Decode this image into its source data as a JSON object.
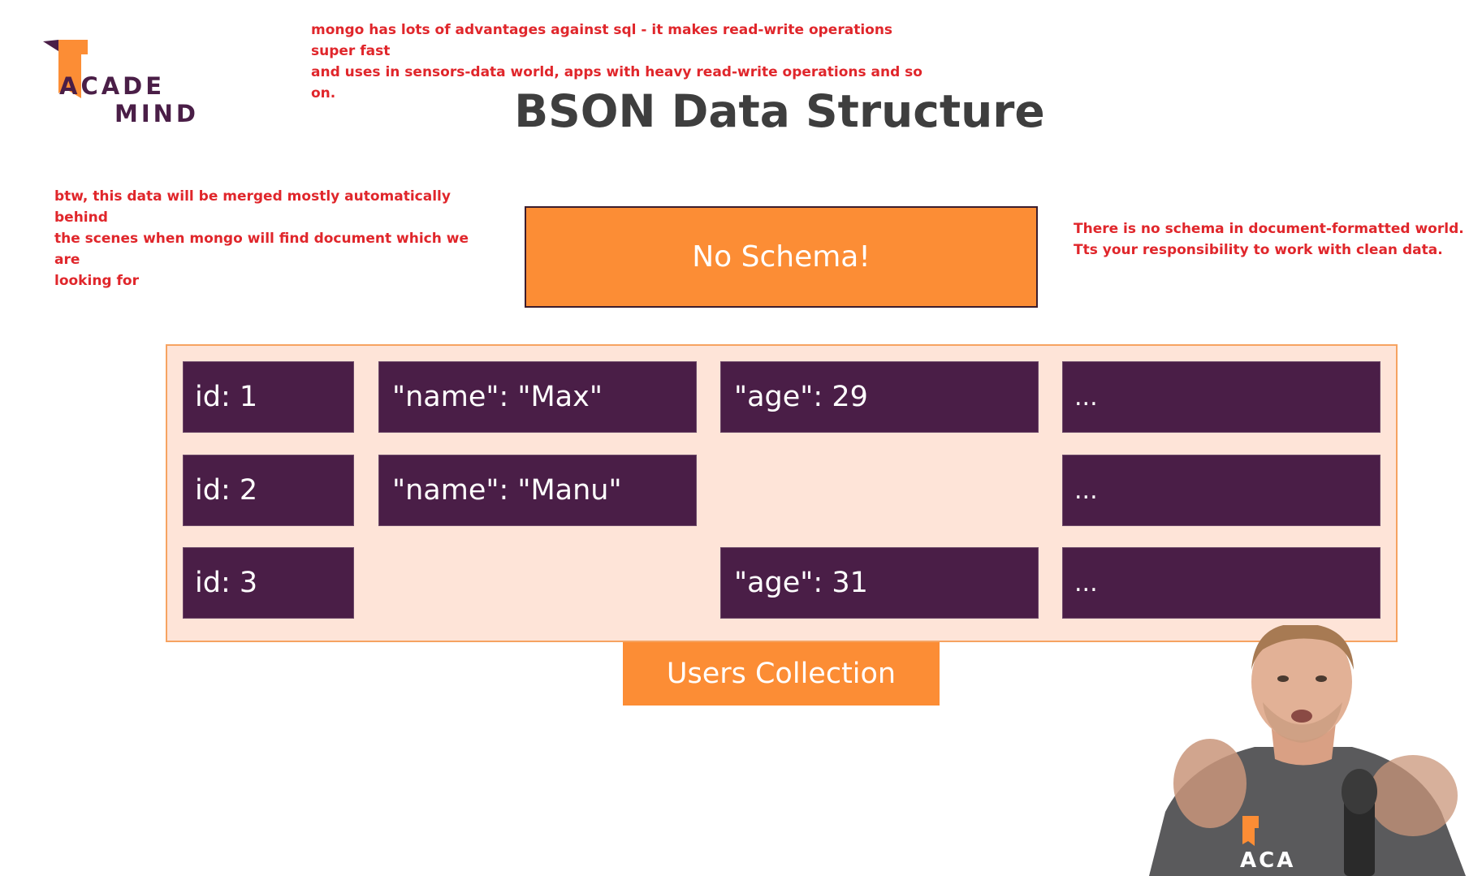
{
  "logo": {
    "line1": "ACADE",
    "line2": "MIND",
    "ribbon_color": "#fc8d35",
    "text_color": "#4a1e47"
  },
  "notes": {
    "top": [
      "mongo has lots of advantages against sql - it makes read-write operations super fast",
      "and uses in sensors-data world, apps with heavy read-write operations and so on."
    ],
    "left": [
      "btw, this data will be merged mostly automatically behind",
      "the scenes when mongo will find document which we are",
      "looking for"
    ],
    "right": [
      "There is no schema in document-formatted world.",
      "Tts your responsibility to work with clean data."
    ],
    "color": "#e0262b"
  },
  "slide": {
    "title": "BSON Data Structure",
    "no_schema": "No Schema!",
    "collection_label": "Users Collection",
    "rows": [
      {
        "id": "id: 1",
        "name": "\"name\": \"Max\"",
        "age": "\"age\": 29",
        "more": "..."
      },
      {
        "id": "id: 2",
        "name": "\"name\": \"Manu\"",
        "more": "..."
      },
      {
        "id": "id: 3",
        "age": "\"age\": 31",
        "more": "..."
      }
    ]
  },
  "presenter": {
    "shirt_logo": "ACA"
  },
  "colors": {
    "orange": "#fc8d35",
    "purple": "#4a1e47",
    "peach": "#fee4d8",
    "title": "#3e3e3e"
  }
}
